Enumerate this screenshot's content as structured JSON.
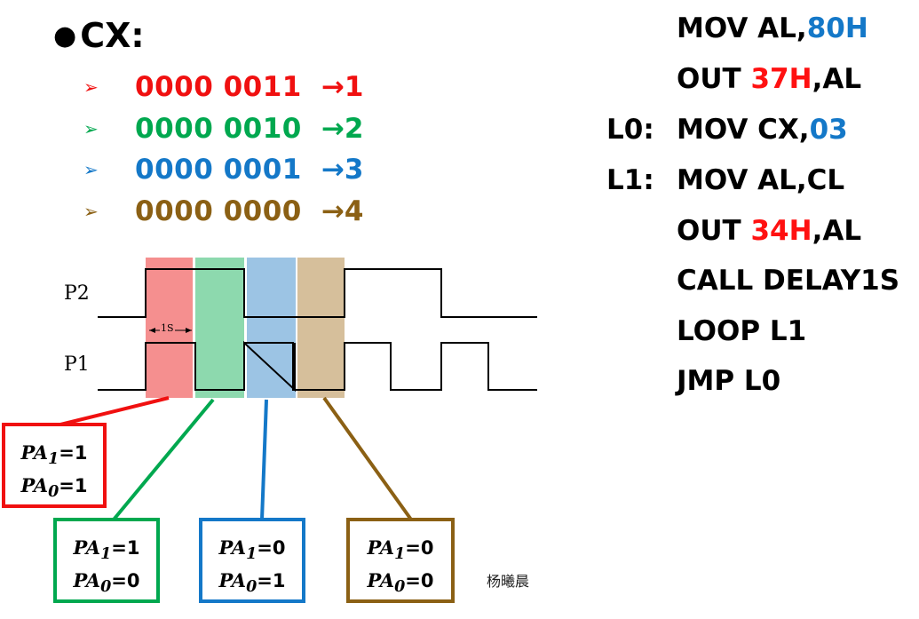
{
  "title": "CX:",
  "cx_values": [
    {
      "bullet": "➢",
      "bits": "0000 0011",
      "arrow": "→1",
      "color": "#f01010"
    },
    {
      "bullet": "➢",
      "bits": "0000 0010",
      "arrow": "→2",
      "color": "#00a84f"
    },
    {
      "bullet": "➢",
      "bits": "0000 0001",
      "arrow": "→3",
      "color": "#1478c8"
    },
    {
      "bullet": "➢",
      "bits": "0000 0000",
      "arrow": "→4",
      "color": "#8b6014"
    }
  ],
  "code": [
    {
      "label": "",
      "op": "MOV AL,",
      "arg": "80H",
      "argColor": "blue",
      "tail": ""
    },
    {
      "label": "",
      "op": "OUT ",
      "arg": "37H",
      "argColor": "red",
      "tail": ",AL"
    },
    {
      "label": "L0:",
      "op": "MOV CX,",
      "arg": "03",
      "argColor": "blue",
      "tail": ""
    },
    {
      "label": "L1:",
      "op": "MOV AL,CL",
      "arg": "",
      "argColor": "",
      "tail": ""
    },
    {
      "label": "",
      "op": "OUT ",
      "arg": "34H",
      "argColor": "red",
      "tail": ",AL"
    },
    {
      "label": "",
      "op": "CALL DELAY1S",
      "arg": "",
      "argColor": "",
      "tail": ""
    },
    {
      "label": "",
      "op": "LOOP L1",
      "arg": "",
      "argColor": "",
      "tail": ""
    },
    {
      "label": "",
      "op": "JMP L0",
      "arg": "",
      "argColor": "",
      "tail": ""
    }
  ],
  "timing": {
    "signals": [
      "P2",
      "P1"
    ],
    "interval_label": "1S",
    "band_colors": [
      "#f58f8f",
      "#8dd9ae",
      "#9cc4e4",
      "#d6bf9b"
    ]
  },
  "boxes": [
    {
      "pa1": "1",
      "pa0": "1",
      "color": "#f01010"
    },
    {
      "pa1": "1",
      "pa0": "0",
      "color": "#00a84f"
    },
    {
      "pa1": "0",
      "pa0": "1",
      "color": "#1478c8"
    },
    {
      "pa1": "0",
      "pa0": "0",
      "color": "#8b6014"
    }
  ],
  "pa1_name": "PA",
  "pa1_sub": "1",
  "pa0_name": "PA",
  "pa0_sub": "0",
  "author": "杨曦晨"
}
